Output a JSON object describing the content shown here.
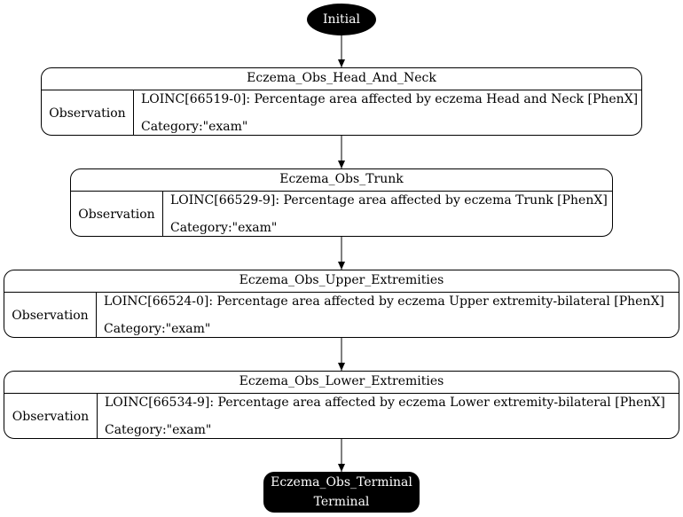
{
  "initial": {
    "label": "Initial"
  },
  "states": [
    {
      "name": "Eczema_Obs_Head_And_Neck",
      "type": "Observation",
      "code": "LOINC[66519-0]: Percentage area affected by eczema Head and Neck [PhenX]",
      "category": "Category:\"exam\""
    },
    {
      "name": "Eczema_Obs_Trunk",
      "type": "Observation",
      "code": "LOINC[66529-9]: Percentage area affected by eczema Trunk [PhenX]",
      "category": "Category:\"exam\""
    },
    {
      "name": "Eczema_Obs_Upper_Extremities",
      "type": "Observation",
      "code": "LOINC[66524-0]: Percentage area affected by eczema Upper extremity-bilateral [PhenX]",
      "category": "Category:\"exam\""
    },
    {
      "name": "Eczema_Obs_Lower_Extremities",
      "type": "Observation",
      "code": "LOINC[66534-9]: Percentage area affected by eczema Lower extremity-bilateral [PhenX]",
      "category": "Category:\"exam\""
    }
  ],
  "terminal": {
    "name": "Eczema_Obs_Terminal",
    "type": "Terminal"
  }
}
